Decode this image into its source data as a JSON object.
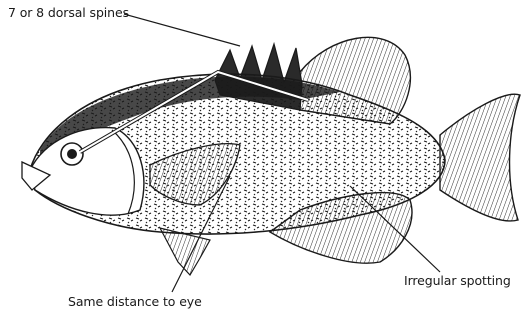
{
  "labels": {
    "dorsal_spines": "7 or 8 dorsal spines",
    "distance_to_eye": "Same distance to eye",
    "spotting": "Irregular spotting"
  },
  "colors": {
    "ink": "#1a1a1a",
    "paper": "#ffffff"
  }
}
